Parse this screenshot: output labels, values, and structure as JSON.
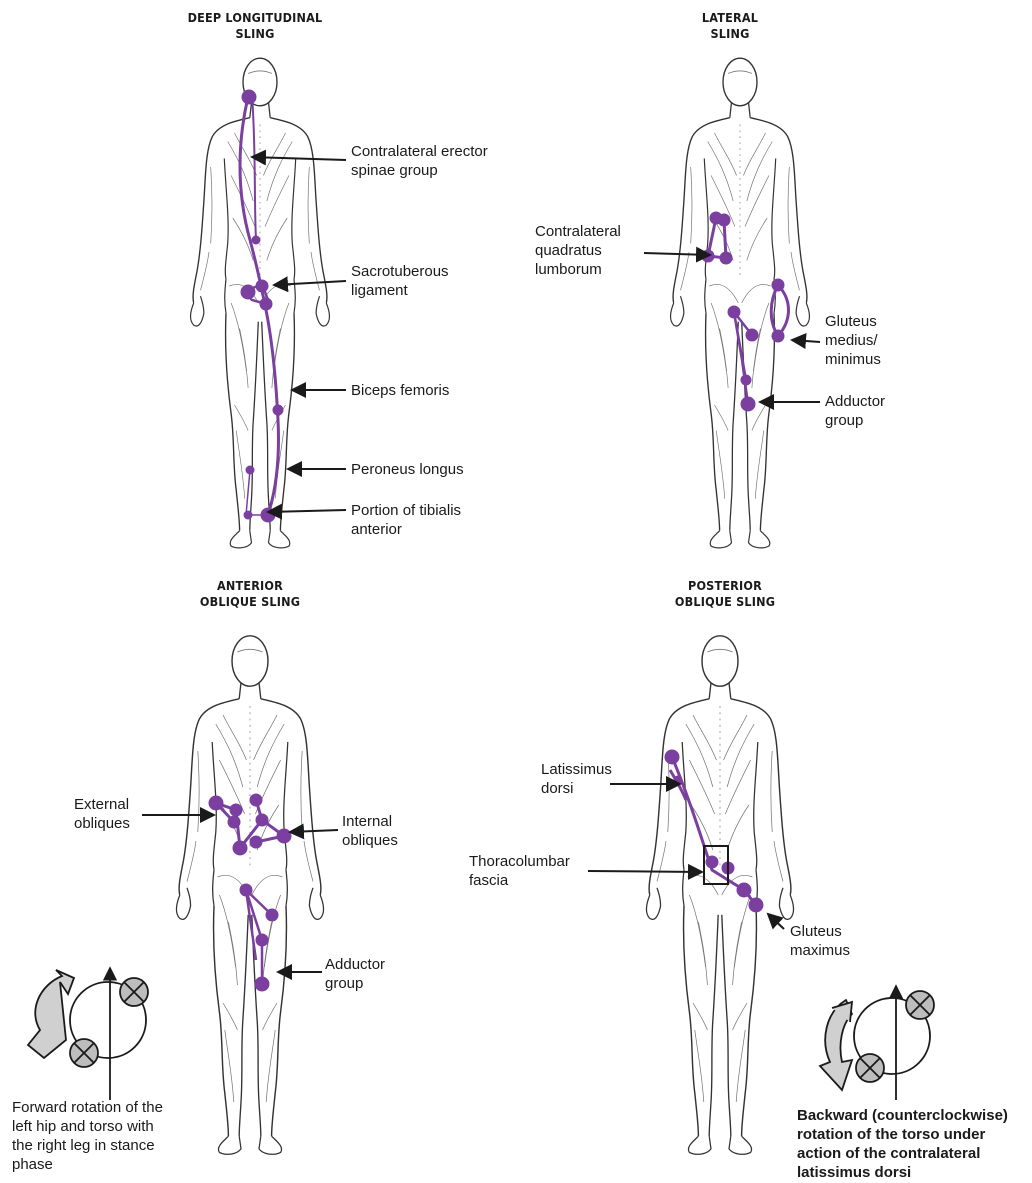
{
  "colors": {
    "sling": "#7b3fa0",
    "ink": "#1a1a1a",
    "outline": "#333333"
  },
  "panels": {
    "deep_longitudinal": {
      "title": "DEEP LONGITUDINAL\nSLING",
      "labels": {
        "erector": "Contralateral erector\nspinae group",
        "sacrotuberous": "Sacrotuberous\nligament",
        "biceps": "Biceps femoris",
        "peroneus": "Peroneus longus",
        "tibialis": "Portion of tibialis\nanterior"
      }
    },
    "lateral": {
      "title": "LATERAL\nSLING",
      "labels": {
        "quadratus": "Contralateral\nquadratus\nlumborum",
        "gluteus_medius": "Gluteus\nmedius/\nminimus",
        "adductor": "Adductor\ngroup"
      }
    },
    "anterior_oblique": {
      "title": "ANTERIOR\nOBLIQUE SLING",
      "labels": {
        "external": "External\nobliques",
        "internal": "Internal\nobliques",
        "adductor": "Adductor\ngroup"
      },
      "caption": "Forward rotation of the\nleft hip and torso with\nthe right leg in stance\nphase",
      "rotation_icon": "forward-rotation-icon"
    },
    "posterior_oblique": {
      "title": "POSTERIOR\nOBLIQUE SLING",
      "labels": {
        "latissimus": "Latissimus\ndorsi",
        "thoracolumbar": "Thoracolumbar\nfascia",
        "gluteus_maximus": "Gluteus\nmaximus"
      },
      "caption": "Backward (counterclockwise)\nrotation of the torso under\naction of the contralateral\nlatissimus dorsi",
      "rotation_icon": "backward-rotation-icon"
    }
  }
}
